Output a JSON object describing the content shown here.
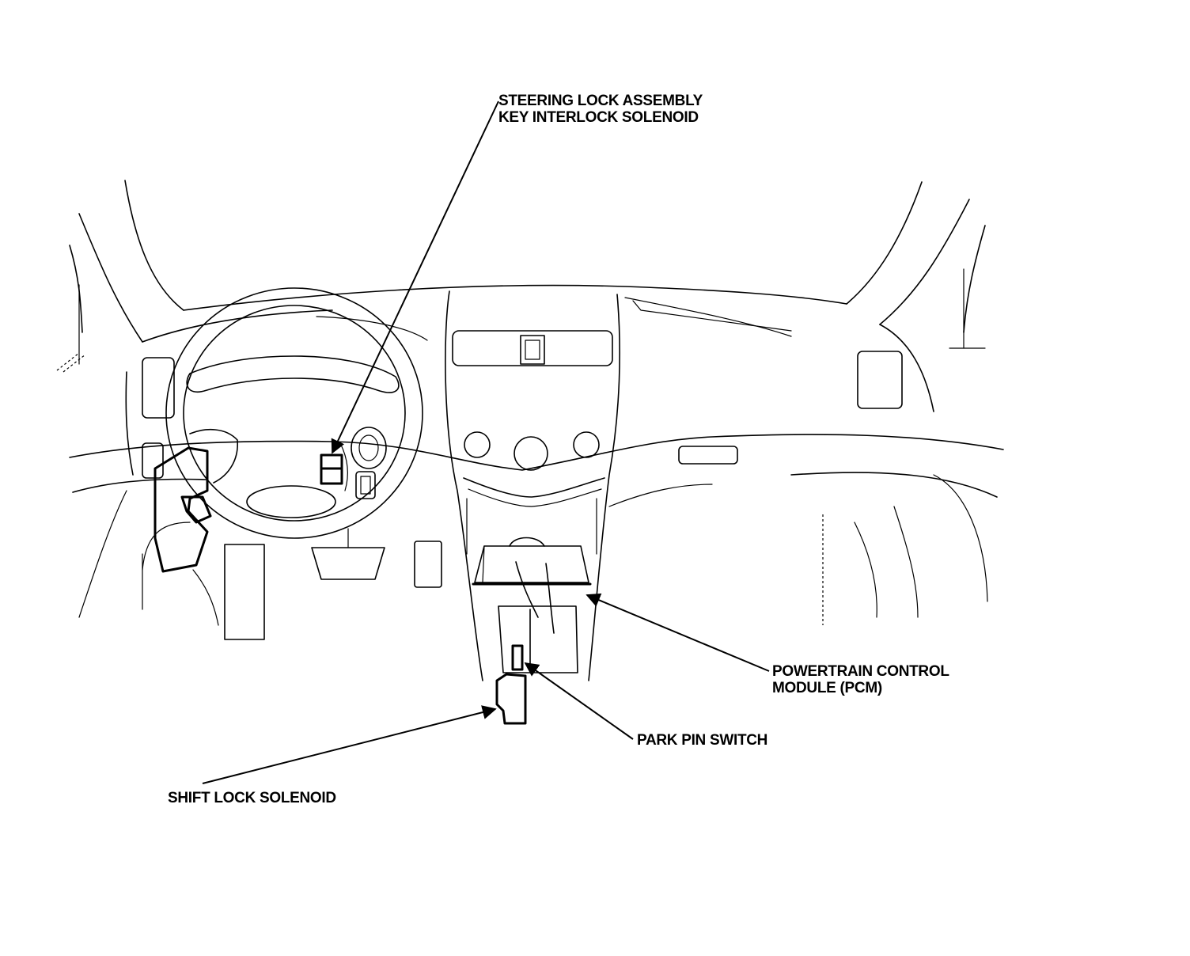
{
  "diagram": {
    "labels": {
      "steering_lock": [
        "STEERING LOCK ASSEMBLY",
        "KEY INTERLOCK SOLENOID"
      ],
      "pcm": [
        "POWERTRAIN CONTROL",
        "MODULE (PCM)"
      ],
      "park_pin": "PARK PIN SWITCH",
      "shift_lock": "SHIFT LOCK SOLENOID"
    }
  }
}
